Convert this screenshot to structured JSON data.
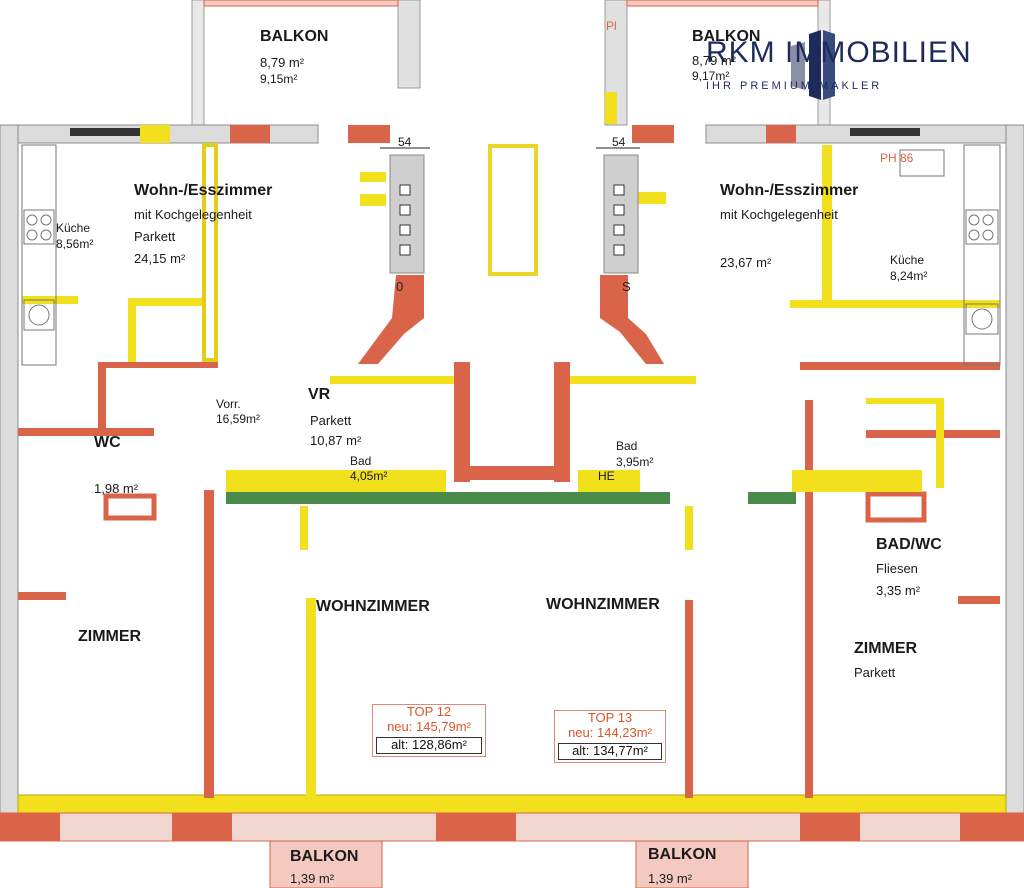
{
  "logo": {
    "name": "RKM IMMOBILIEN",
    "tagline": "IHR PREMIUM MAKLER",
    "color": "#1d2b5c"
  },
  "colors": {
    "wall": "#d9644a",
    "yellow": "#f2e01c",
    "green": "#4a8a4a",
    "grey": "#b9b9b9"
  },
  "units": {
    "top12": {
      "label": "TOP 12",
      "neu": "neu: 145,79m²",
      "alt": "alt: 128,86m²"
    },
    "top13": {
      "label": "TOP 13",
      "neu": "neu: 144,23m²",
      "alt": "alt: 134,77m²"
    }
  },
  "rooms_left": {
    "balkon_top": {
      "name": "BALKON",
      "area1": "8,79 m²",
      "area2": "9,15m²"
    },
    "wohn": {
      "name": "Wohn-/Esszimmer",
      "sub": "mit Kochgelegenheit",
      "floor": "Parkett",
      "area": "24,15 m²"
    },
    "kueche": {
      "name": "Küche",
      "area": "8,56m²"
    },
    "vorr": {
      "name": "Vorr.",
      "area": "16,59m²"
    },
    "wc": {
      "name": "WC",
      "area": "1,98 m²"
    },
    "vr": {
      "name": "VR",
      "floor": "Parkett",
      "area": "10,87 m²"
    },
    "bad": {
      "name": "Bad",
      "area": "4,05m²"
    },
    "zimmer": {
      "name": "ZIMMER"
    },
    "wohnzimmer": {
      "name": "WOHNZIMMER"
    },
    "balkon_bottom": {
      "name": "BALKON",
      "area": "1,39 m²"
    }
  },
  "rooms_right": {
    "balkon_top": {
      "name": "BALKON",
      "area1": "8,79 m²",
      "area2": "9,17m²"
    },
    "wohn": {
      "name": "Wohn-/Esszimmer",
      "sub": "mit Kochgelegenheit",
      "area": "23,67 m²"
    },
    "kueche": {
      "name": "Küche",
      "area": "8,24m²"
    },
    "bad": {
      "name": "Bad",
      "area": "3,95m²"
    },
    "badwc": {
      "name": "BAD/WC",
      "floor": "Fliesen",
      "area": "3,35 m²"
    },
    "zimmer": {
      "name": "ZIMMER",
      "floor": "Parkett"
    },
    "wohnzimmer": {
      "name": "WOHNZIMMER"
    },
    "balkon_bottom": {
      "name": "BALKON",
      "area": "1,39 m²"
    },
    "ph": "PH 86"
  },
  "misc": {
    "dim54_left": "54",
    "dim54_right": "54",
    "shaft_left": "0",
    "shaft_right": "S",
    "he": "HE",
    "pl": "Pl"
  }
}
